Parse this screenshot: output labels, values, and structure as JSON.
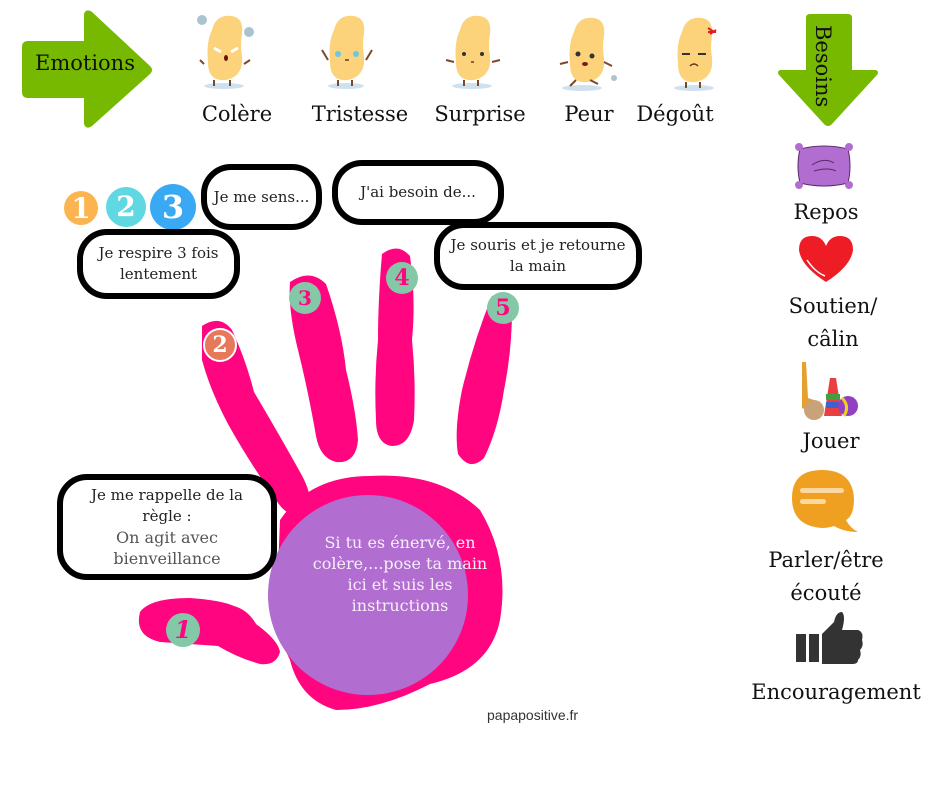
{
  "header": {
    "emotions_label": "Emotions",
    "needs_label": "Besoins"
  },
  "emotions": [
    {
      "label": "Colère",
      "icon": "angry-bean-icon"
    },
    {
      "label": "Tristesse",
      "icon": "crying-bean-icon"
    },
    {
      "label": "Surprise",
      "icon": "surprised-bean-icon"
    },
    {
      "label": "Peur",
      "icon": "scared-bean-icon"
    },
    {
      "label": "Dégoût",
      "icon": "disgusted-bean-icon"
    }
  ],
  "steps_badges": [
    "1",
    "2",
    "3"
  ],
  "bubbles": {
    "breathe": [
      "Je respire 3 fois",
      "lentement"
    ],
    "feel": "Je me sens...",
    "need": "J'ai besoin de...",
    "smile": [
      "Je souris et je retourne",
      "la main"
    ],
    "rule": [
      "Je me rappelle de la",
      "règle :",
      "On agit avec",
      "bienveillance"
    ]
  },
  "fingers": [
    "1",
    "2",
    "3",
    "4",
    "5"
  ],
  "palm_text": [
    "Si tu es énervé, en",
    "colère,...pose ta main",
    "ici et suis les",
    "instructions"
  ],
  "needs": [
    {
      "label": [
        "Repos"
      ],
      "icon": "pillow-icon"
    },
    {
      "label": [
        "Soutien/",
        "câlin"
      ],
      "icon": "heart-icon"
    },
    {
      "label": [
        "Jouer"
      ],
      "icon": "toys-icon"
    },
    {
      "label": [
        "Parler/être",
        "écouté"
      ],
      "icon": "speech-bubble-icon"
    },
    {
      "label": [
        "Encouragement"
      ],
      "icon": "thumbs-up-icon"
    }
  ],
  "credit": "papapositive.fr",
  "colors": {
    "arrow_green": "#76b900",
    "hand_pink": "#ff0580",
    "palm_purple": "#b16dcf",
    "finger_badge": "#84c8a8",
    "badge_orange": "#fbb450",
    "badge_cyan": "#5fd8e2",
    "badge_blue": "#3aa9f3",
    "heart_red": "#ee1c24",
    "speech_orange": "#f0a020"
  }
}
